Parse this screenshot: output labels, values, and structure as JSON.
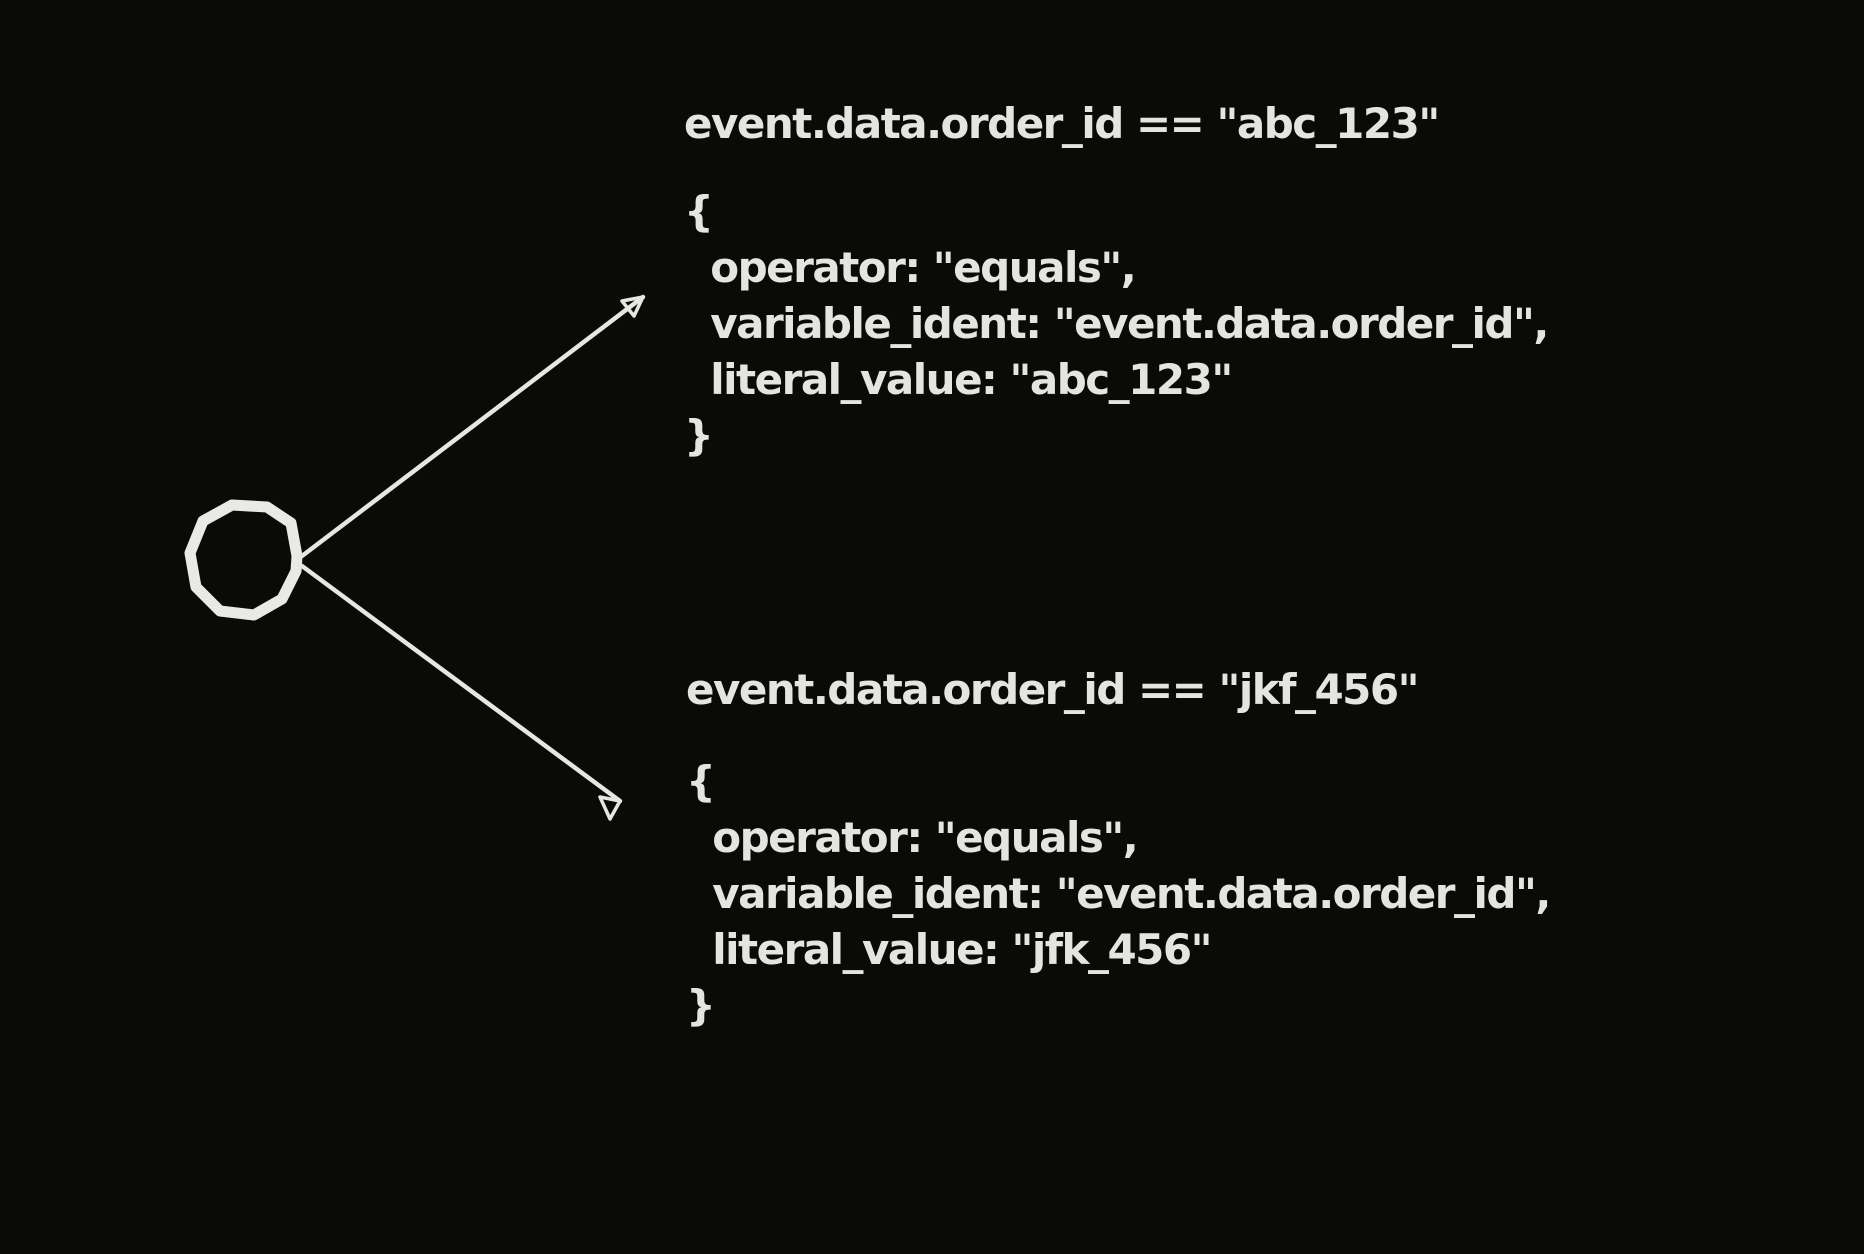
{
  "canvas": {
    "background_color": "#0a0a08",
    "ink_color": "#e6e6e4"
  },
  "node": {
    "kind": "decision-circle"
  },
  "branches": [
    {
      "expression": "event.data.order_id == \"abc_123\"",
      "code": "{\n  operator: \"equals\",\n  variable_ident: \"event.data.order_id\",\n  literal_value: \"abc_123\"\n}"
    },
    {
      "expression": "event.data.order_id == \"jkf_456\"",
      "code": "{\n  operator: \"equals\",\n  variable_ident: \"event.data.order_id\",\n  literal_value: \"jfk_456\"\n}"
    }
  ]
}
